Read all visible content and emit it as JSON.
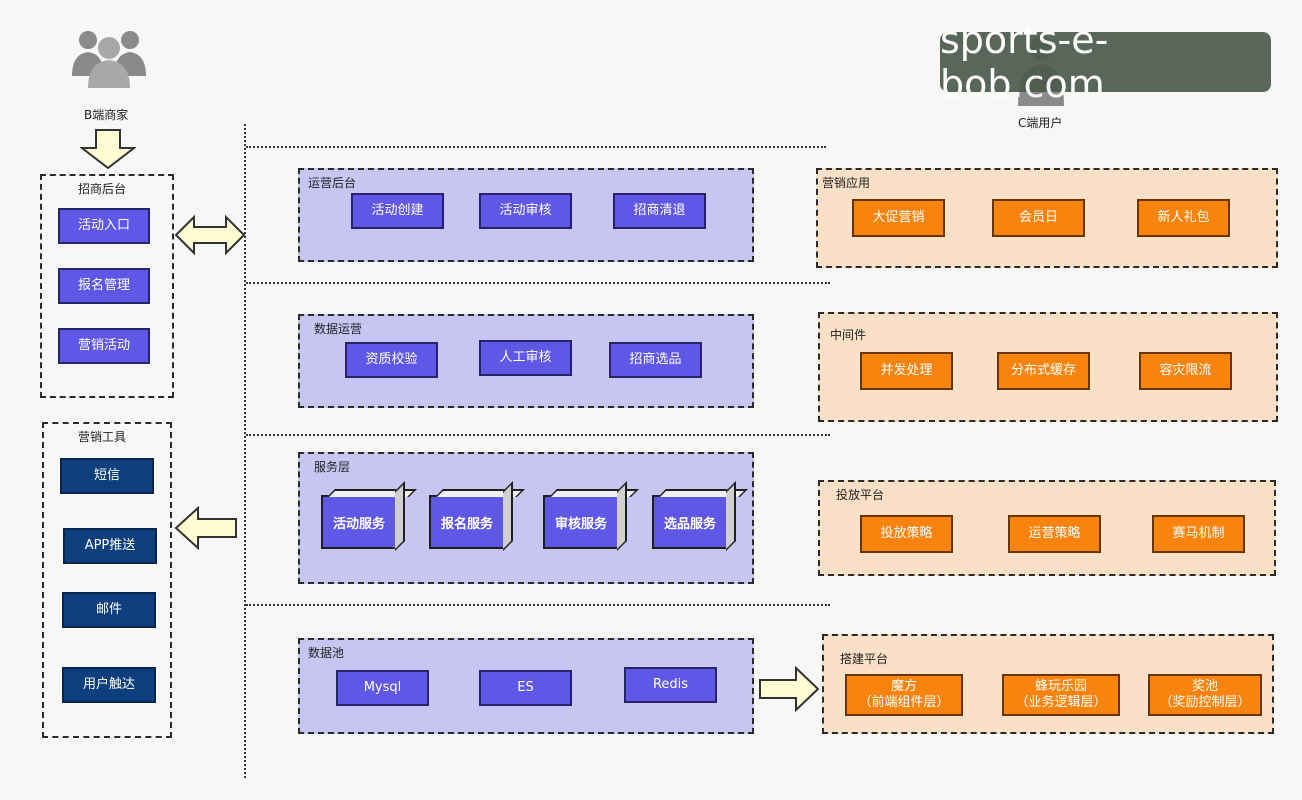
{
  "actors": {
    "b_merchant": "B端商家",
    "c_user": "C端用户"
  },
  "merchant_backend": {
    "title": "招商后台",
    "items": [
      "活动入口",
      "报名管理",
      "营销活动"
    ]
  },
  "marketing_tools": {
    "title": "营销工具",
    "items": [
      "短信",
      "APP推送",
      "邮件",
      "用户触达"
    ]
  },
  "ops_backend": {
    "title": "运营后台",
    "items": [
      "活动创建",
      "活动审核",
      "招商清退"
    ]
  },
  "data_ops": {
    "title": "数据运营",
    "items": [
      "资质校验",
      "人工审核",
      "招商选品"
    ]
  },
  "service_layer": {
    "title": "服务层",
    "items": [
      "活动服务",
      "报名服务",
      "审核服务",
      "选品服务"
    ]
  },
  "data_pool": {
    "title": "数据池",
    "items": [
      "Mysql",
      "ES",
      "Redis"
    ]
  },
  "marketing_apps": {
    "title": "营销应用",
    "items": [
      "大促营销",
      "会员日",
      "新人礼包"
    ]
  },
  "middleware": {
    "title": "中间件",
    "items": [
      "并发处理",
      "分布式缓存",
      "容灾限流"
    ]
  },
  "delivery_platform": {
    "title": "投放平台",
    "items": [
      "投放策略",
      "运营策略",
      "赛马机制"
    ]
  },
  "build_platform": {
    "title": "搭建平台",
    "items": [
      {
        "line1": "魔方",
        "line2": "（前端组件层）"
      },
      {
        "line1": "蜂玩乐园",
        "line2": "（业务逻辑层）"
      },
      {
        "line1": "奖池",
        "line2": "（奖励控制层）"
      }
    ]
  },
  "watermark": "sports-e-bob.com",
  "colors": {
    "purple_fill": "#5f57e6",
    "navy_fill": "#0e3f7d",
    "orange_fill": "#f8840f",
    "blue_group": "#c7c6f3",
    "orange_group": "#fae0c6",
    "arrow_fill": "#fffbd2"
  }
}
